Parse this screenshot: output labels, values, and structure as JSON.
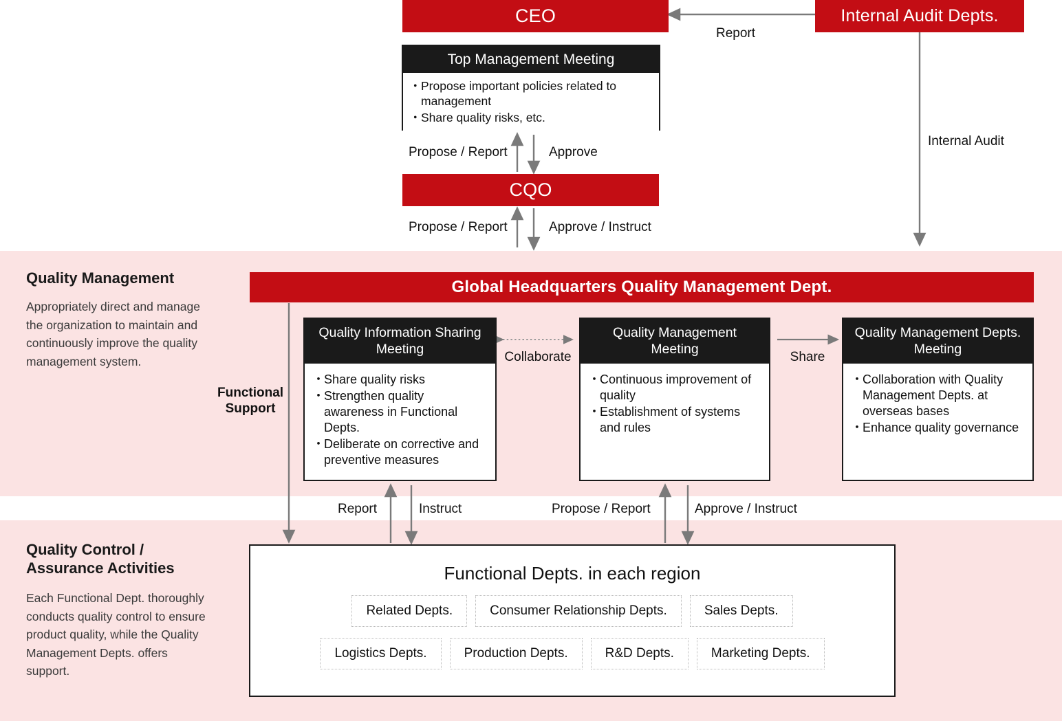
{
  "top": {
    "ceo": "CEO",
    "internal_audit_depts": "Internal Audit Depts.",
    "cqo": "CQO",
    "top_management_meeting": {
      "title": "Top Management Meeting",
      "bullets": [
        "Propose important policies related to management",
        "Share quality risks, etc."
      ]
    },
    "arrows": {
      "report": "Report",
      "internal_audit": "Internal Audit",
      "propose_report_1": "Propose / Report",
      "approve": "Approve",
      "propose_report_2": "Propose / Report",
      "approve_instruct": "Approve / Instruct"
    }
  },
  "quality_management": {
    "section_title": "Quality Management",
    "section_body": "Appropriately direct and manage the organization to maintain and continuously improve the quality management system.",
    "global_hq": "Global Headquarters Quality Management Dept.",
    "functional_support": "Functional\nSupport",
    "collaborate": "Collaborate",
    "share": "Share",
    "meetings": [
      {
        "title": "Quality Information Sharing\nMeeting",
        "bullets": [
          "Share quality risks",
          "Strengthen quality awareness in Functional Depts.",
          "Deliberate on corrective and preventive measures"
        ]
      },
      {
        "title": "Quality Management\nMeeting",
        "bullets": [
          "Continuous improvement of quality",
          "Establishment of systems and rules"
        ]
      },
      {
        "title": "Quality Management Depts.\nMeeting",
        "bullets": [
          "Collaboration with Quality Management Depts. at overseas bases",
          "Enhance quality governance"
        ]
      }
    ]
  },
  "mid_arrows": {
    "report": "Report",
    "instruct": "Instruct",
    "propose_report": "Propose / Report",
    "approve_instruct": "Approve / Instruct"
  },
  "quality_control": {
    "section_title": "Quality Control /\nAssurance Activities",
    "section_body": "Each Functional Dept. thoroughly conducts quality control to ensure product quality, while the Quality Management Depts. offers support.",
    "functional_depts_title": "Functional Depts. in each region",
    "dept_row_1": [
      "Related Depts.",
      "Consumer Relationship Depts.",
      "Sales Depts."
    ],
    "dept_row_2": [
      "Logistics Depts.",
      "Production Depts.",
      "R&D Depts.",
      "Marketing Depts."
    ]
  },
  "colors": {
    "brand_red": "#c30d14",
    "band_pink": "#fbe3e3",
    "box_black": "#1a1a1a",
    "arrow_gray": "#7a7a7a"
  }
}
